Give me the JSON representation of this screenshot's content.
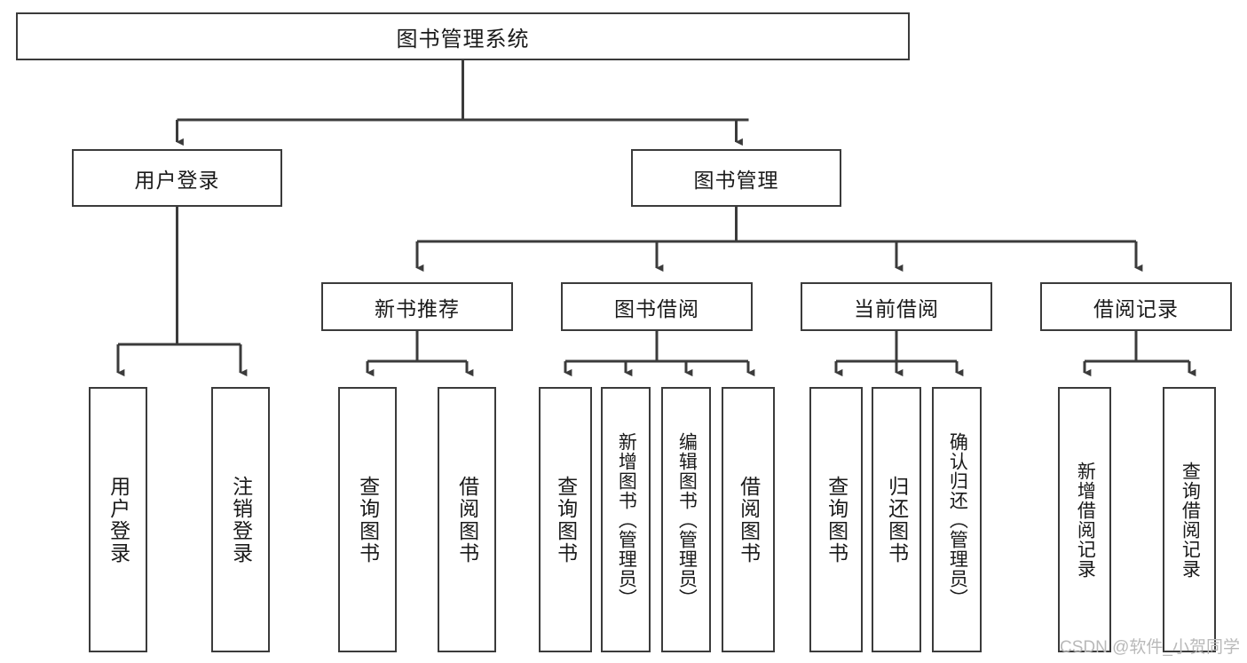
{
  "diagram": {
    "type": "tree-hierarchy",
    "title": "图书管理系统",
    "style": {
      "box_border_color": "#3b3b3b",
      "box_fill_color": "#ffffff",
      "connector_color": "#3b3b3b",
      "text_color": "#1a1a1a",
      "background_color": "#ffffff",
      "watermark_color": "#b9b9b9"
    },
    "root": {
      "label": "图书管理系统"
    },
    "level2": [
      {
        "label": "用户登录"
      },
      {
        "label": "图书管理"
      }
    ],
    "level3": [
      {
        "label": "新书推荐"
      },
      {
        "label": "图书借阅"
      },
      {
        "label": "当前借阅"
      },
      {
        "label": "借阅记录"
      }
    ],
    "leaves": {
      "user_login": [
        {
          "label": "用户登录"
        },
        {
          "label": "注销登录"
        }
      ],
      "new_book_recommend": [
        {
          "label": "查询图书"
        },
        {
          "label": "借阅图书"
        }
      ],
      "book_borrow": [
        {
          "label": "查询图书"
        },
        {
          "label": "新增图书（管理员）"
        },
        {
          "label": "编辑图书（管理员）"
        },
        {
          "label": "借阅图书"
        }
      ],
      "current_borrow": [
        {
          "label": "查询图书"
        },
        {
          "label": "归还图书"
        },
        {
          "label": "确认归还（管理员）"
        }
      ],
      "borrow_record": [
        {
          "label": "新增借阅记录"
        },
        {
          "label": "查询借阅记录"
        }
      ]
    },
    "watermark": "CSDN @软件_小贺同学"
  }
}
